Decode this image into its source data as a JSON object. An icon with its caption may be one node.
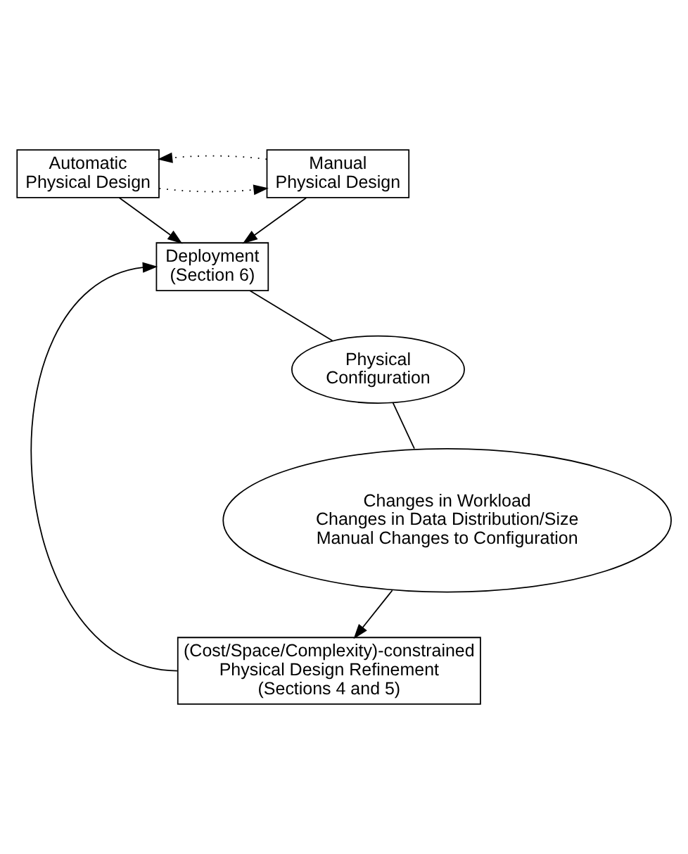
{
  "diagram": {
    "nodes": [
      {
        "text": [
          "Automatic Physical Design"
        ]
      },
      {
        "text": [
          "Manual Physical Design"
        ]
      },
      {
        "text": [
          "Deployment",
          "(Section 6)"
        ]
      },
      {
        "text": [
          "Physical Configuration"
        ]
      },
      {
        "text": [
          "Changes in Workload",
          "Changes in Data Distribution/Size",
          "Manual Changes to Configuration"
        ]
      },
      {
        "text": [
          "(Cost/Space/Complexity)-constrained Physical Design Refinement",
          "(Sections 4 and 5)"
        ]
      }
    ],
    "edges": [
      {
        "from": 0,
        "to": 1,
        "arrow": "to",
        "style": "dashed"
      },
      {
        "from": 1,
        "to": 0,
        "arrow": "to",
        "style": "dashed"
      },
      {
        "from": 0,
        "to": 2,
        "arrow": "to"
      },
      {
        "from": 1,
        "to": 2,
        "arrow": "to"
      },
      {
        "from": 2,
        "to": 3,
        "arrow": "none"
      },
      {
        "from": 3,
        "to": 4,
        "arrow": "none"
      },
      {
        "from": 4,
        "to": 5,
        "arrow": "to"
      },
      {
        "from": 5,
        "to": 2,
        "arrow": "to"
      }
    ]
  }
}
